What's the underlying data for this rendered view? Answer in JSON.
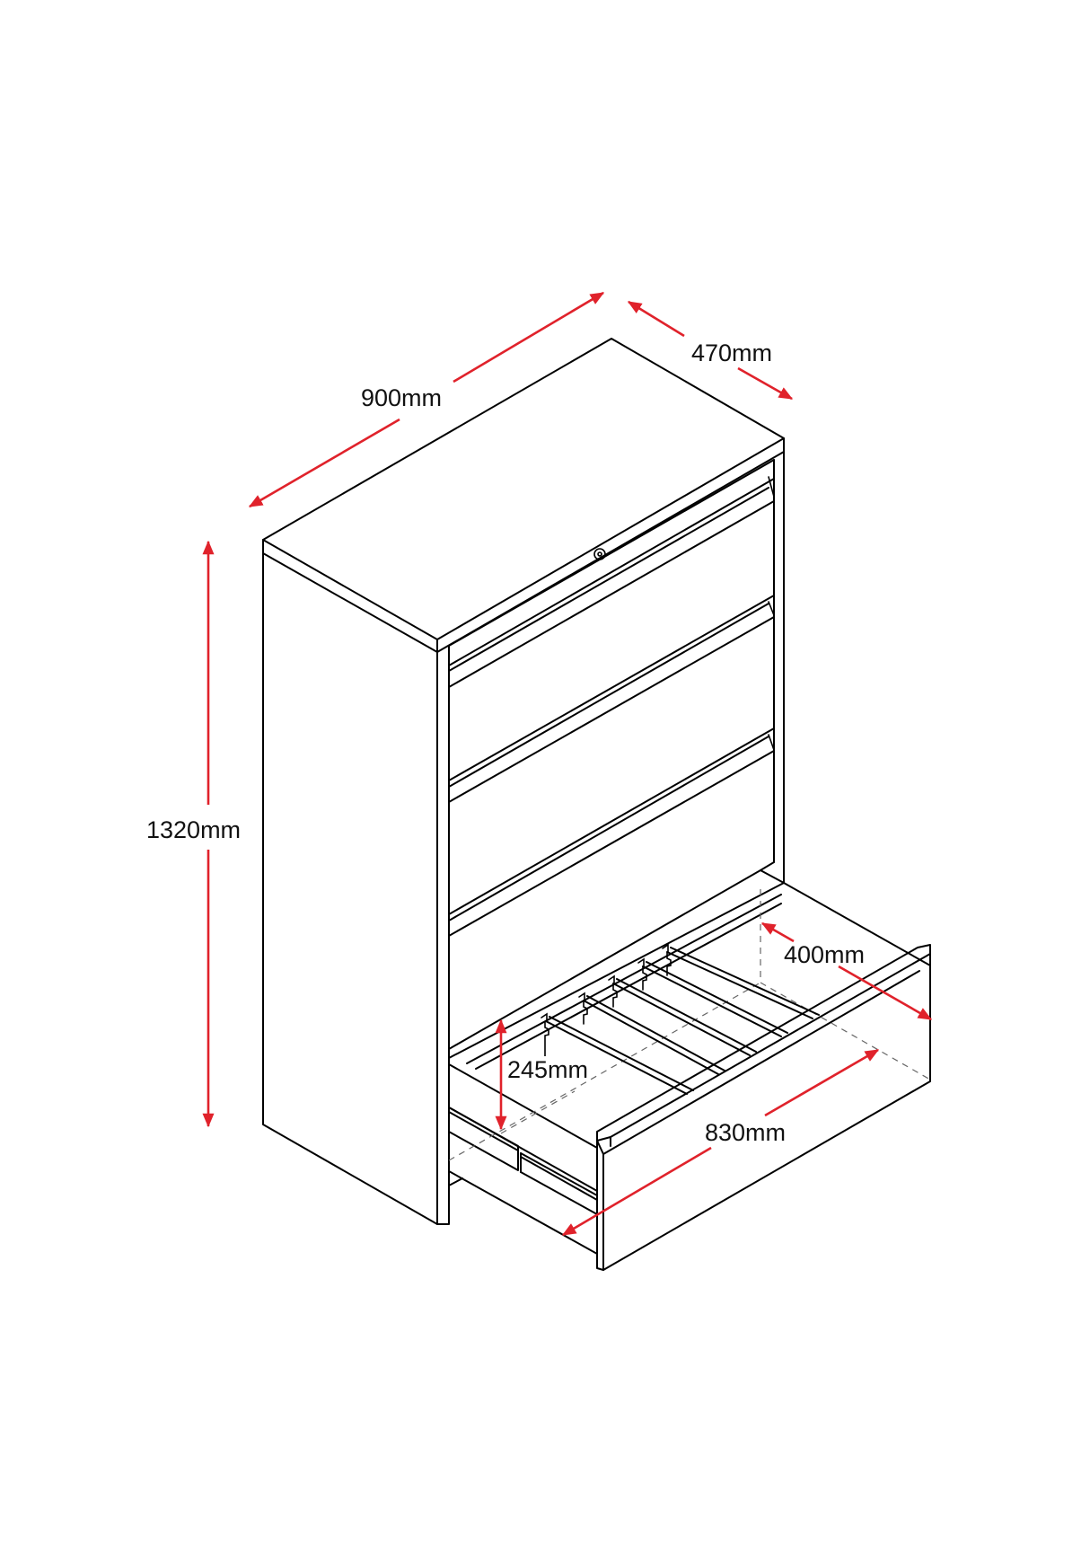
{
  "figure": {
    "subject": "4-drawer lateral filing cabinet with bottom drawer open",
    "line_color": "#000000",
    "dimension_color": "#e0222b",
    "background": "#ffffff"
  },
  "dimensions": {
    "width": {
      "label": "900mm",
      "value": 900,
      "unit": "mm"
    },
    "depth": {
      "label": "470mm",
      "value": 470,
      "unit": "mm"
    },
    "height": {
      "label": "1320mm",
      "value": 1320,
      "unit": "mm"
    },
    "drawer_depth": {
      "label": "400mm",
      "value": 400,
      "unit": "mm"
    },
    "drawer_height": {
      "label": "245mm",
      "value": 245,
      "unit": "mm"
    },
    "drawer_width": {
      "label": "830mm",
      "value": 830,
      "unit": "mm"
    }
  },
  "drawers": {
    "count": 4,
    "open_index": 4,
    "dividers_in_open_drawer": 5
  },
  "icons": {
    "lock": "lock-icon",
    "arrow": "double-headed-arrow"
  }
}
